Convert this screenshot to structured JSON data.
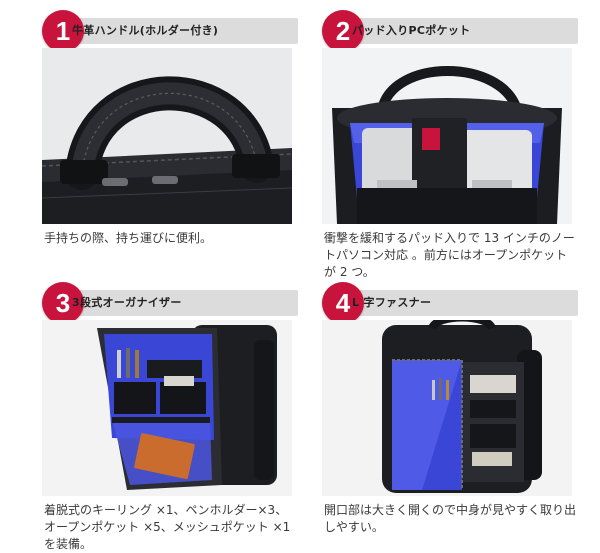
{
  "features": [
    {
      "number": "1",
      "title": "牛革ハンドル(ホルダー付き)",
      "caption": "手持ちの際、持ち運びに便利。",
      "image_subject": "leather-handle"
    },
    {
      "number": "2",
      "title": "パッド入りPCポケット",
      "caption": "衝撃を緩和するパッド入りで 13 インチのノートパソコン対応 。前方にはオープンポケットが 2 つ。",
      "image_subject": "padded-pc-pocket"
    },
    {
      "number": "3",
      "title": "3段式オーガナイザー",
      "caption": "着脱式のキーリング ×1、ペンホルダー×3、オープンポケット ×5、メッシュポケット ×1 を装備。",
      "image_subject": "three-tier-organizer"
    },
    {
      "number": "4",
      "title": "L 字ファスナー",
      "caption": "開口部は大きく開くので中身が見やすく取り出しやすい。",
      "image_subject": "l-shaped-zipper"
    }
  ],
  "colors": {
    "badge": "#c8143c",
    "header_bar": "#dcdcdc",
    "lining_blue": "#3a46d6",
    "bag_black": "#1c1d20",
    "text": "#3a3a3a"
  }
}
